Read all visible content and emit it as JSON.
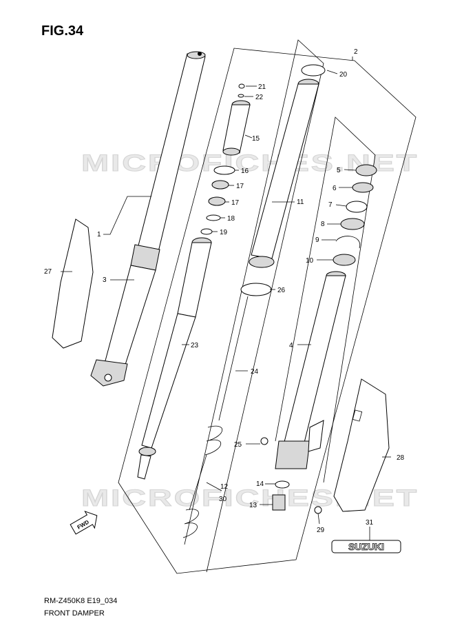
{
  "figure_title": "FIG.34",
  "footer": {
    "model_code": "RM-Z450K8 E19_034",
    "section_title": "FRONT DAMPER"
  },
  "watermark": "MICROFICHES.NET",
  "fwd_label": "FWD",
  "brand_decal": "SUZUKI",
  "part_labels": [
    "1",
    "2",
    "3",
    "4",
    "5",
    "6",
    "7",
    "8",
    "9",
    "10",
    "11",
    "12",
    "13",
    "14",
    "15",
    "16",
    "17",
    "17",
    "18",
    "19",
    "20",
    "21",
    "22",
    "23",
    "24",
    "25",
    "26",
    "27",
    "28",
    "29",
    "30",
    "31"
  ],
  "colors": {
    "line": "#000000",
    "watermark": "#e9e9e9",
    "part_fill": "#d8d8d8"
  }
}
